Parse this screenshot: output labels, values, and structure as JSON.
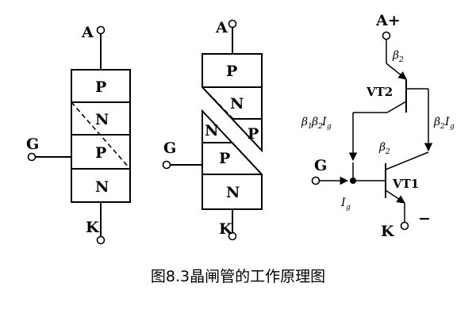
{
  "left_device": {
    "anode": "A",
    "gate": "G",
    "cathode": "K",
    "layers": [
      "P",
      "N",
      "P",
      "N"
    ]
  },
  "middle_device": {
    "anode": "A",
    "gate": "G",
    "cathode": "K",
    "upper_layers": [
      "P",
      "N",
      "P"
    ],
    "lower_layers": [
      "N",
      "P",
      "N"
    ]
  },
  "circuit": {
    "anode": "A+",
    "gate": "G",
    "cathode": "K",
    "minus": "−",
    "vt2": "VT2",
    "vt1": "VT1",
    "beta": "β",
    "i": "I",
    "sub_1": "1",
    "sub_2": "2",
    "sub_g": "g"
  },
  "caption": "图8.3晶闸管的工作原理图"
}
